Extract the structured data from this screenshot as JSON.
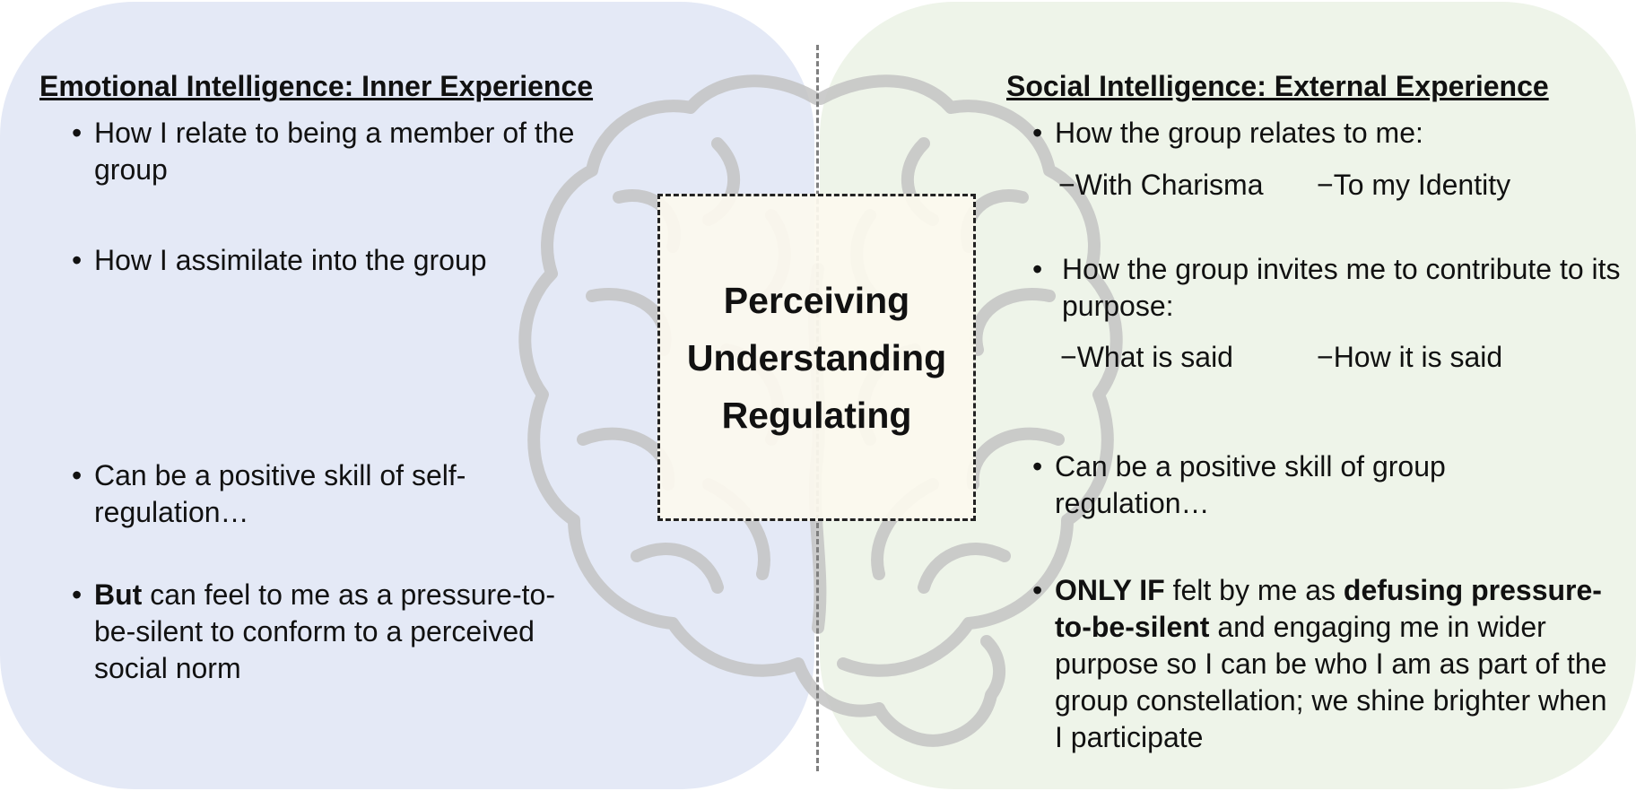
{
  "colors": {
    "left_panel": "#e4e9f6",
    "right_panel": "#eef4e9",
    "center_box": "#fcf9ee",
    "brain_outline": "#c4c4c4",
    "divider": "#7f7f7f"
  },
  "icons": {
    "background": "brain-icon"
  },
  "center": {
    "lines": [
      "Perceiving",
      "Understanding",
      "Regulating"
    ]
  },
  "left": {
    "heading": "Emotional Intelligence: Inner Experience",
    "items": [
      {
        "text": "How I relate to being a member of the group"
      },
      {
        "text": "How I assimilate into the group"
      },
      {
        "text": "Can be a positive skill of self-regulation…"
      },
      {
        "bold": "But",
        "text": " can feel to me as a pressure-to-be-silent to conform to a perceived social norm"
      }
    ]
  },
  "right": {
    "heading": "Social Intelligence: External Experience",
    "items": [
      {
        "text": "How the group relates to me:",
        "subs": [
          "−With Charisma",
          "−To my Identity"
        ]
      },
      {
        "text": "How the group invites me to contribute to its purpose:",
        "subs": [
          "−What is said",
          "−How it is said"
        ]
      },
      {
        "text": "Can be a positive skill of group regulation…"
      },
      {
        "bold1": "ONLY IF",
        "text1": " felt by me as ",
        "bold2": "defusing pressure-to-be-silent",
        "text2": " and engaging me in wider purpose so I can be who I am as part of the group constellation; we shine brighter when I participate"
      }
    ]
  }
}
